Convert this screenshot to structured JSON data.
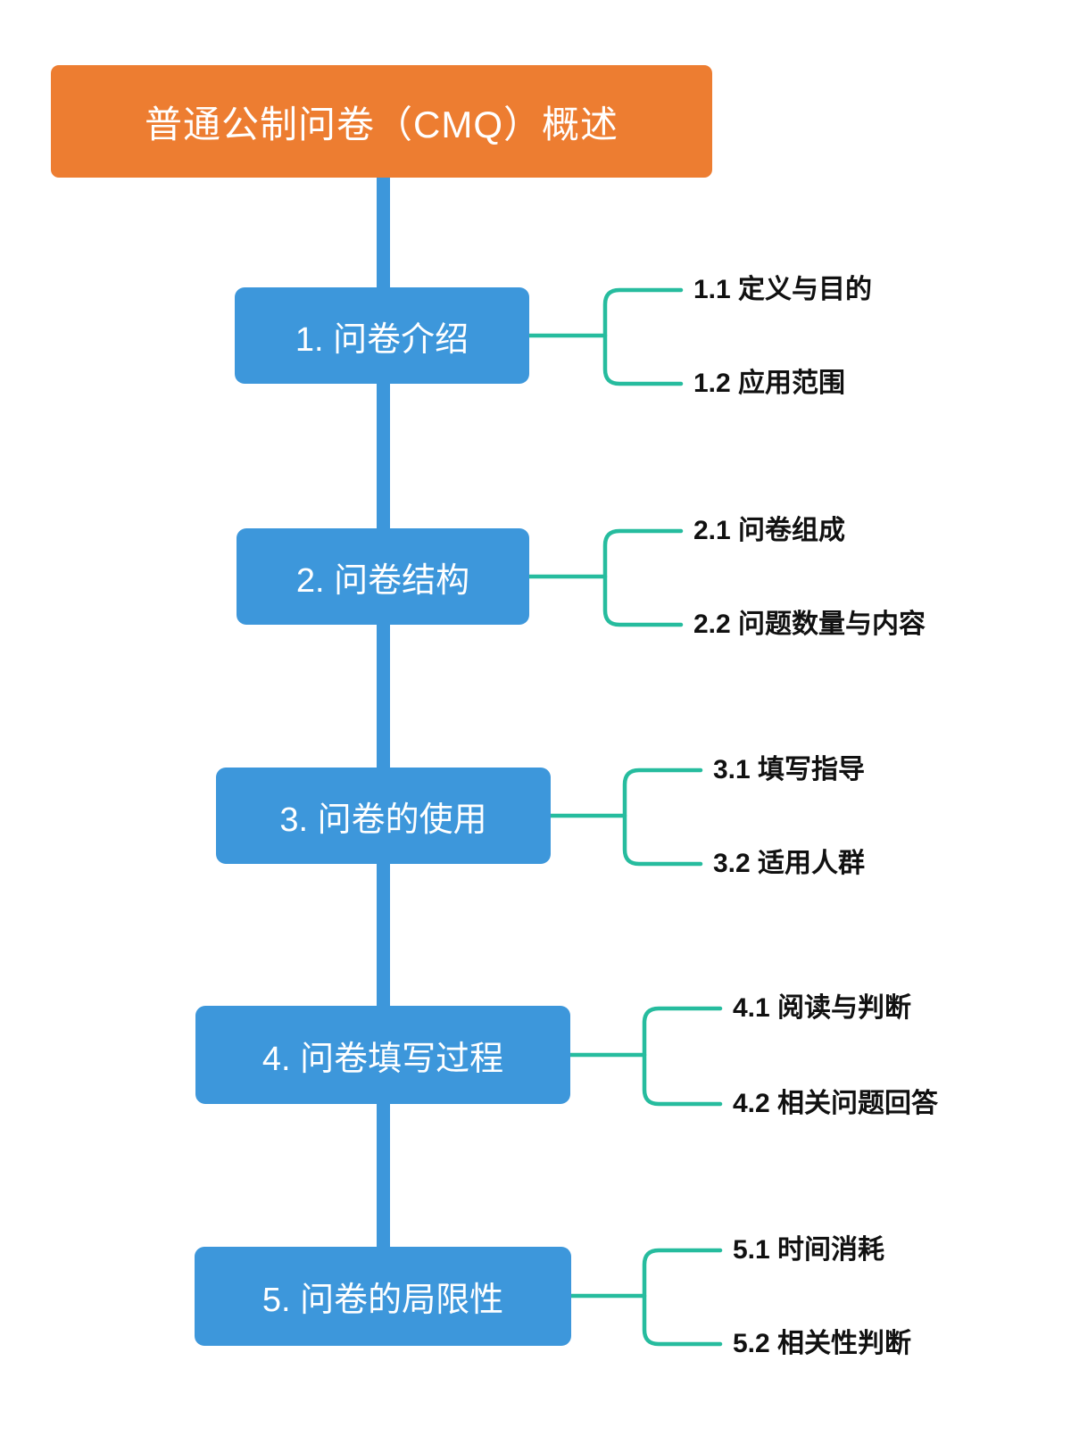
{
  "title": "普通公制问卷（CMQ）概述",
  "colors": {
    "orange": "#ED7D31",
    "blue": "#3D97DB",
    "teal": "#26BC9E",
    "leaf_text": "#111111",
    "node_text": "#FFFFFF",
    "background": "#FFFFFF"
  },
  "sections": [
    {
      "title": "1. 问卷介绍",
      "children": [
        {
          "label": "1.1 定义与目的"
        },
        {
          "label": "1.2 应用范围"
        }
      ]
    },
    {
      "title": "2. 问卷结构",
      "children": [
        {
          "label": "2.1 问卷组成"
        },
        {
          "label": "2.2 问题数量与内容"
        }
      ]
    },
    {
      "title": "3. 问卷的使用",
      "children": [
        {
          "label": "3.1 填写指导"
        },
        {
          "label": "3.2 适用人群"
        }
      ]
    },
    {
      "title": "4. 问卷填写过程",
      "children": [
        {
          "label": "4.1 阅读与判断"
        },
        {
          "label": "4.2 相关问题回答"
        }
      ]
    },
    {
      "title": "5. 问卷的局限性",
      "children": [
        {
          "label": "5.1 时间消耗"
        },
        {
          "label": "5.2 相关性判断"
        }
      ]
    }
  ]
}
